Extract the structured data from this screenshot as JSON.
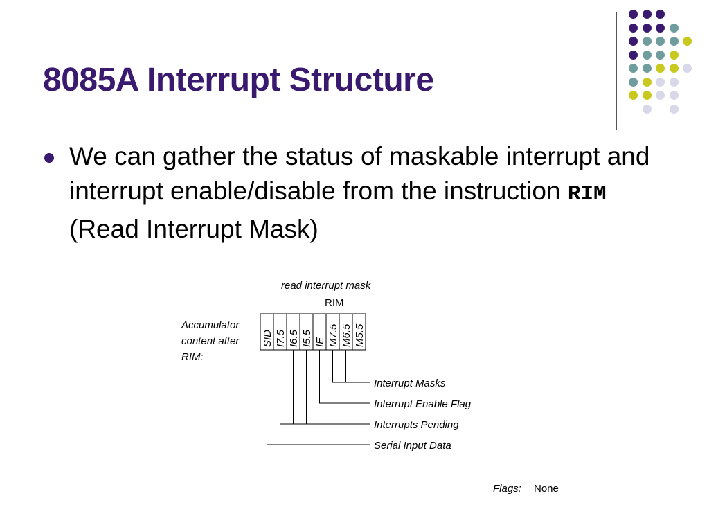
{
  "slide": {
    "title": "8085A Interrupt Structure",
    "bullet_text_before": "We can gather the status of maskable interrupt and interrupt enable/disable from the instruction ",
    "bullet_code": "RIM",
    "bullet_text_after": " (Read Interrupt Mask)"
  },
  "decoration": {
    "colors": {
      "purple": "#3a1a6e",
      "teal": "#6f9c9c",
      "yellow": "#c8c81e",
      "lavender": "#d8d8e8"
    }
  },
  "diagram": {
    "heading": "read interrupt mask",
    "mnemonic": "RIM",
    "accumulator_label": [
      "Accumulator",
      "content after",
      "RIM:"
    ],
    "bits": [
      "SID",
      "I7.5",
      "I6.5",
      "I5.5",
      "IE",
      "M7.5",
      "M6.5",
      "M5.5"
    ],
    "legend": {
      "masks": "Interrupt Masks",
      "enable": "Interrupt Enable Flag",
      "pending": "Interrupts Pending",
      "serial": "Serial Input Data"
    },
    "flags_label": "Flags:",
    "flags_value": "None"
  }
}
